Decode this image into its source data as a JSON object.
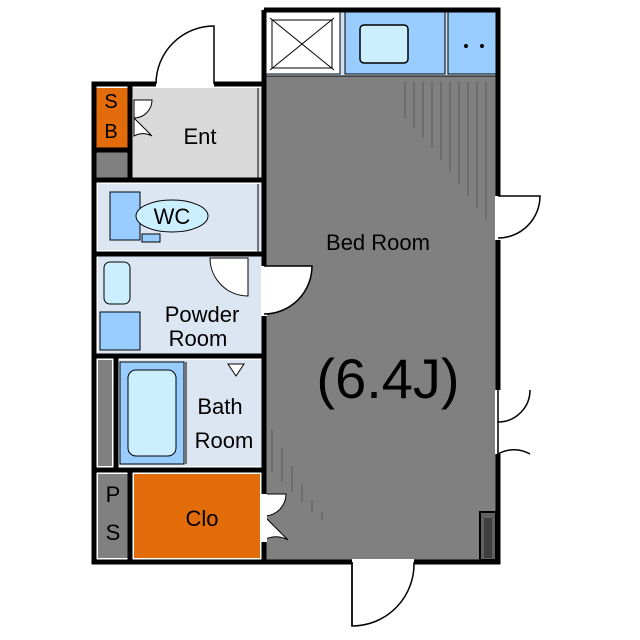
{
  "rooms": {
    "sb": [
      "S",
      "B"
    ],
    "ent": "Ent",
    "wc": "WC",
    "bedroom": "Bed Room",
    "size": "(6.4J)",
    "powder": [
      "Powder",
      "Room"
    ],
    "bath": [
      "Bath",
      "Room"
    ],
    "ps": [
      "P",
      "S"
    ],
    "clo": "Clo"
  },
  "colors": {
    "wall": "#000000",
    "bedroom": "#808080",
    "bathrooms": "#dce6f2",
    "entrance": "#d9d9d9",
    "storage": "#e36c0a",
    "fixtures": "#99ccff",
    "pipe": "#808080"
  }
}
